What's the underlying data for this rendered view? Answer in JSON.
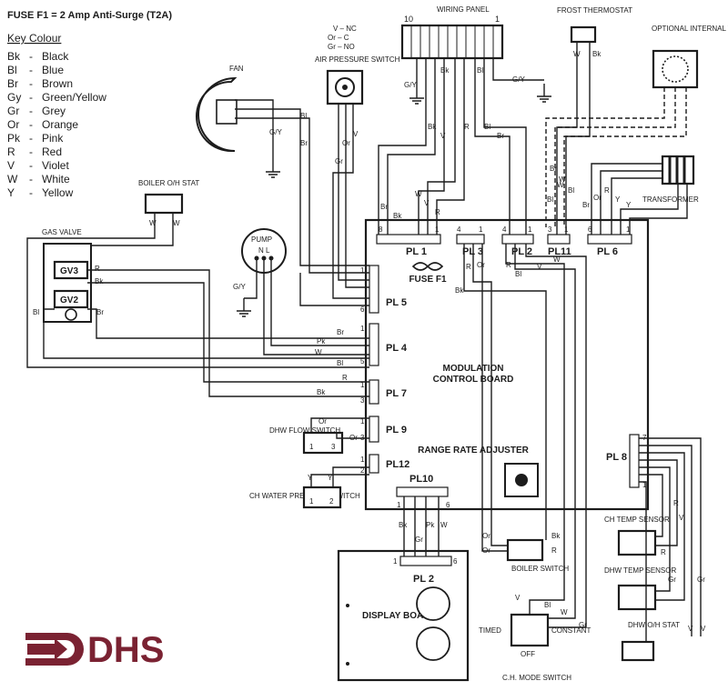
{
  "header": {
    "fuse_title": "FUSE F1 = 2 Amp Anti-Surge (T2A)",
    "key_title": "Key Colour",
    "key": [
      {
        "code": "Bk",
        "name": "Black"
      },
      {
        "code": "Bl",
        "name": "Blue"
      },
      {
        "code": "Br",
        "name": "Brown"
      },
      {
        "code": "Gy",
        "name": "Green/Yellow"
      },
      {
        "code": "Gr",
        "name": "Grey"
      },
      {
        "code": "Or",
        "name": "Orange"
      },
      {
        "code": "Pk",
        "name": "Pink"
      },
      {
        "code": "R",
        "name": "Red"
      },
      {
        "code": "V",
        "name": "Violet"
      },
      {
        "code": "W",
        "name": "White"
      },
      {
        "code": "Y",
        "name": "Yellow"
      }
    ]
  },
  "components": {
    "fan": "FAN",
    "air_pressure_switch": "AIR PRESSURE SWITCH",
    "aps_contacts": [
      "V – NC",
      "Or – C",
      "Gr – NO"
    ],
    "wiring_panel": "WIRING PANEL",
    "wiring_panel_pins": [
      "10",
      "1"
    ],
    "frost_thermostat": "FROST THERMOSTAT",
    "optional_timer": "OPTIONAL INTERNAL TIMER",
    "transformer": "TRANSFORMER",
    "boiler_oh_stat": "BOILER O/H STAT",
    "gas_valve": "GAS VALVE",
    "gv3": "GV3",
    "gv2": "GV2",
    "pump": "PUMP",
    "pump_terminals": "N L",
    "dhw_flow_switch": "DHW FLOW SWITCH",
    "ch_water_pressure_switch": "CH WATER PRESSURE SWITCH",
    "board": "MODULATION CONTROL BOARD",
    "fuse_label": "FUSE F1",
    "range_rate": "RANGE RATE ADJUSTER",
    "ch_temp_sensor": "CH TEMP SENSOR",
    "dhw_temp_sensor": "DHW TEMP SENSOR",
    "dhw_oh_stat": "DHW O/H STAT",
    "boiler_switch": "BOILER SWITCH",
    "ch_mode_switch": "C.H. MODE SWITCH",
    "mode_timed": "TIMED",
    "mode_off": "OFF",
    "mode_constant": "CONSTANT",
    "display_board": "DISPLAY BOARD",
    "logo": "DHS"
  },
  "plugs": {
    "pl1": "PL 1",
    "pl3": "PL 3",
    "pl2_top": "PL 2",
    "pl11": "PL11",
    "pl6": "PL 6",
    "pl5": "PL 5",
    "pl4": "PL 4",
    "pl7": "PL 7",
    "pl9": "PL 9",
    "pl12": "PL12",
    "pl10": "PL10",
    "pl8": "PL 8",
    "pl2_display": "PL 2"
  },
  "pin_numbers": {
    "pl1": [
      "8",
      "1"
    ],
    "pl3": [
      "4",
      "1"
    ],
    "pl2_top": [
      "4",
      "1"
    ],
    "pl11": [
      "3",
      "1"
    ],
    "pl6": [
      "6",
      "1"
    ],
    "pl5": [
      "1",
      "6"
    ],
    "pl4": [
      "1",
      "5"
    ],
    "pl7": [
      "1",
      "3"
    ],
    "pl9": [
      "1",
      "3"
    ],
    "pl12": [
      "1",
      "2"
    ],
    "pl10": [
      "1",
      "6"
    ],
    "pl8": [
      "7",
      "1"
    ],
    "pl2_display": [
      "1",
      "6"
    ],
    "dhw_flow": [
      "1",
      "3"
    ],
    "chwps": [
      "1",
      "2"
    ]
  },
  "wire_labels": {
    "fan_gy": "G/Y",
    "fan_br": "Br",
    "fan_bl": "Bl",
    "aps_or": "Or",
    "aps_v": "V",
    "aps_gr": "Gr",
    "wp_gy_left": "G/Y",
    "wp_bk": "Bk",
    "wp_bl": "Bl",
    "wp_gy_right": "G/Y",
    "wp_bk2": "Bk",
    "wp_v": "V",
    "wp_r": "R",
    "wp_bl2": "Bl",
    "wp_br": "Br",
    "frost_w": "W",
    "frost_bk": "Bk",
    "timer_br": "Br",
    "timer_w": "W",
    "timer_bl": "Bl",
    "pl1_br": "Br",
    "pl1_bk": "Bk",
    "pl1_w": "W",
    "pl1_v": "V",
    "pl1_r": "R",
    "pl3_r": "R",
    "pl3_or": "Or",
    "pl3_bk": "Bk",
    "pl2_r": "R",
    "pl2_bl": "Bl",
    "pl2_v": "V",
    "pl2_w": "W",
    "pl11_bl": "Bl",
    "pl11_w": "W",
    "pl6_br": "Br",
    "pl6_or": "Or",
    "pl6_r": "R",
    "pl6_y1": "Y",
    "pl6_y2": "Y",
    "boh_w1": "W",
    "boh_w2": "W",
    "gv_r": "R",
    "gv_bk": "Bk",
    "gv_bl": "Bl",
    "gv_br": "Br",
    "pump_gy": "G/Y",
    "pl4_br": "Br",
    "pl4_pk": "Pk",
    "pl4_w": "W",
    "pl4_bl": "Bl",
    "pl7_r": "R",
    "pl7_bk": "Bk",
    "pl9_or1": "Or",
    "pl9_or2": "Or",
    "pl12_y1": "Y",
    "pl12_y2": "Y",
    "pl10_bk": "Bk",
    "pl10_gr": "Gr",
    "pl10_pk": "Pk",
    "pl10_w": "W",
    "bs_or1": "Or",
    "bs_or2": "Or",
    "bs_bk": "Bk",
    "bs_r": "R",
    "pl8_r": "R",
    "pl8_v1": "V",
    "pl8_gr": "Gr",
    "pl8_v2": "V",
    "pl8_v3": "V",
    "sens_r": "R",
    "sens_gr": "Gr",
    "mode_v": "V",
    "mode_bl": "Bl",
    "mode_w": "W",
    "mode_gr": "Gr"
  }
}
